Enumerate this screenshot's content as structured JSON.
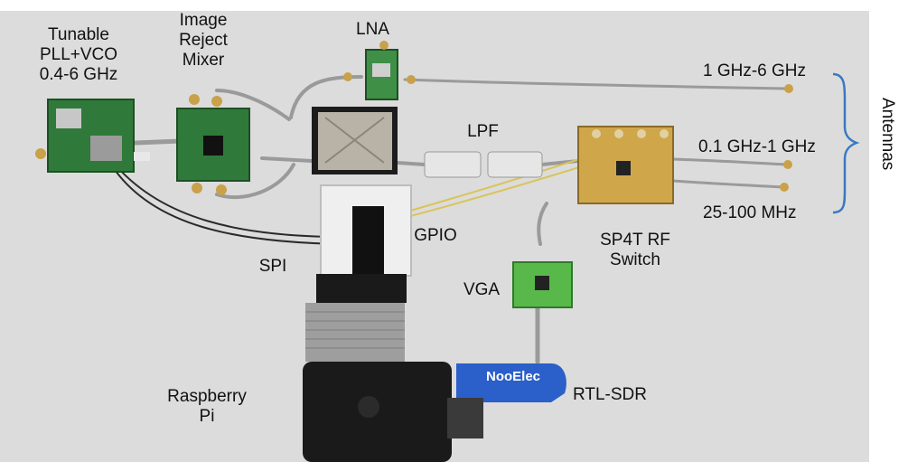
{
  "labels": {
    "pll": [
      "Tunable",
      "PLL+VCO",
      "0.4-6 GHz"
    ],
    "mixer": [
      "Image",
      "Reject",
      "Mixer"
    ],
    "lna": "LNA",
    "lpf": "LPF",
    "band_high": "1 GHz-6 GHz",
    "band_mid": "0.1 GHz-1 GHz",
    "band_low": "25-100 MHz",
    "antennas": "Antennas",
    "gpio": "GPIO",
    "spi": "SPI",
    "switch": [
      "SP4T RF",
      "Switch"
    ],
    "vga": "VGA",
    "raspberry_pi": [
      "Raspberry",
      "Pi"
    ],
    "rtl_sdr": "RTL-SDR"
  },
  "device_branding": {
    "nooelec": "NooElec"
  },
  "colors": {
    "background": "#ffffff",
    "bench": "#dcdcdc",
    "pcb_green": "#2f7a3a",
    "gold_board": "#cfa64a",
    "rtl_blue": "#2b5fc9",
    "pi_case": "#1a1a1a",
    "brace": "#3a78c2"
  }
}
